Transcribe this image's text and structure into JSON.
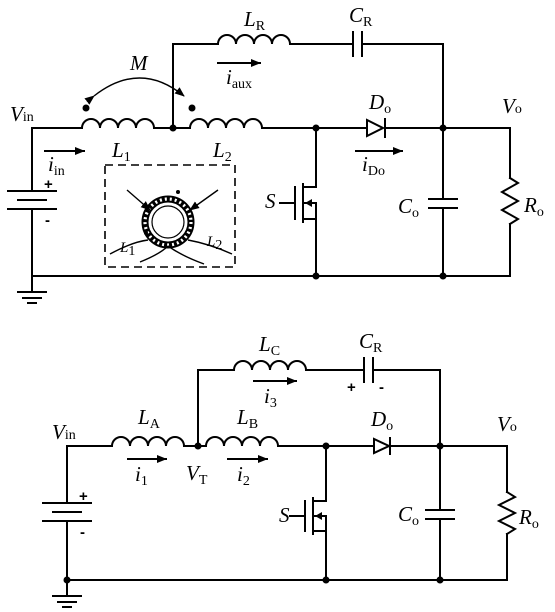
{
  "top": {
    "vin": {
      "main": "V",
      "sub": "in"
    },
    "iin": {
      "main": "i",
      "sub": "in"
    },
    "M": "M",
    "L1": {
      "main": "L",
      "sub": "1"
    },
    "L2": {
      "main": "L",
      "sub": "2"
    },
    "LR": {
      "main": "L",
      "sub": "R"
    },
    "CR": {
      "main": "C",
      "sub": "R"
    },
    "iaux": {
      "main": "i",
      "sub": "aux"
    },
    "Do": {
      "main": "D",
      "sub": "o"
    },
    "iDo": {
      "main": "i",
      "sub": "Do"
    },
    "Vo": {
      "main": "V",
      "sub": "o"
    },
    "Co": {
      "main": "C",
      "sub": "o"
    },
    "Ro": {
      "main": "R",
      "sub": "o"
    },
    "S": "S",
    "core_L1": {
      "main": "L",
      "sub": "1"
    },
    "core_L2": {
      "main": "L",
      "sub": "2"
    },
    "battery_plus": "+",
    "battery_minus": "-"
  },
  "bottom": {
    "vin": {
      "main": "V",
      "sub": "in"
    },
    "LA": {
      "main": "L",
      "sub": "A"
    },
    "i1": {
      "main": "i",
      "sub": "1"
    },
    "VT": {
      "main": "V",
      "sub": "T"
    },
    "LB": {
      "main": "L",
      "sub": "B"
    },
    "i2": {
      "main": "i",
      "sub": "2"
    },
    "LC": {
      "main": "L",
      "sub": "C"
    },
    "i3": {
      "main": "i",
      "sub": "3"
    },
    "CR": {
      "main": "C",
      "sub": "R"
    },
    "cr_plus": "+",
    "cr_minus": "-",
    "Do": {
      "main": "D",
      "sub": "o"
    },
    "Vo": {
      "main": "V",
      "sub": "o"
    },
    "Co": {
      "main": "C",
      "sub": "o"
    },
    "Ro": {
      "main": "R",
      "sub": "o"
    },
    "S": "S",
    "battery_plus": "+",
    "battery_minus": "-"
  }
}
